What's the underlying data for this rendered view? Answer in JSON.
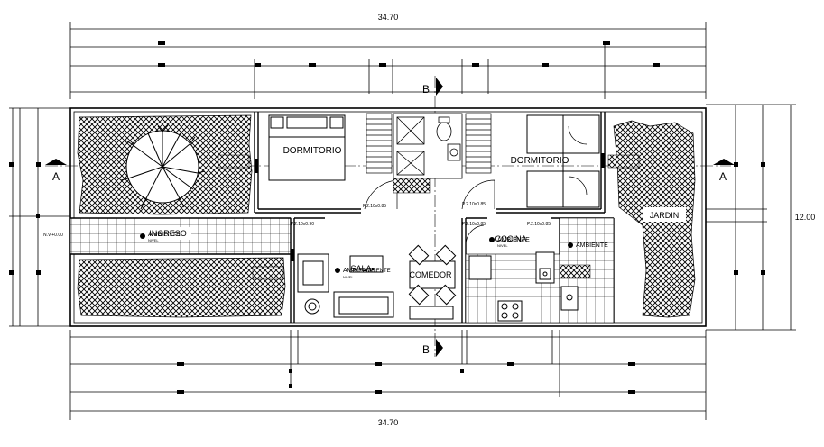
{
  "dimensions": {
    "overall_width_top": "34.70",
    "overall_width_bottom": "34.70",
    "overall_height": "12.00"
  },
  "section_marks": {
    "top": "B",
    "bottom": "B",
    "left": "A",
    "right": "A"
  },
  "level_mark": "N.V.+0.00",
  "rooms": {
    "bedroom_left": "DORMITORIO",
    "bedroom_right": "DORMITORIO",
    "garden": "JARDIN",
    "entry": "INGRESO",
    "living": "SALA",
    "dining": "COMEDOR",
    "kitchen": "COCINA"
  },
  "ambient_tags": [
    "AMBIENTE",
    "AMBIENTE",
    "AMBIENTE",
    "AMBIENTE",
    "AMBIENTE"
  ],
  "level_tag": "NIVEL",
  "doors": [
    "P.2.10x0.85",
    "P.2.10x0.85",
    "P.2.10x0.90",
    "P.2.10x0.85",
    "P.2.10x0.85"
  ]
}
